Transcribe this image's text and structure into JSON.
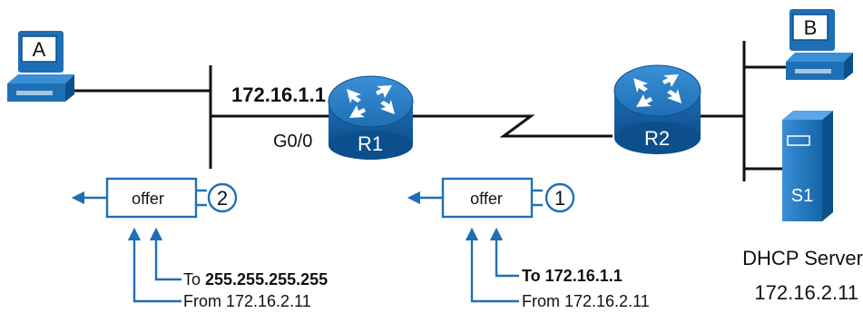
{
  "hosts": {
    "a_label": "A",
    "b_label": "B",
    "server_label": "S1",
    "server_caption_line1": "DHCP Server",
    "server_caption_line2": "172.16.2.11"
  },
  "routers": {
    "r1_label": "R1",
    "r2_label": "R2",
    "r1_ip": "172.16.1.1",
    "r1_interface": "G0/0"
  },
  "messages": [
    {
      "step": "1",
      "label": "offer",
      "to_prefix": "To ",
      "to_value": "172.16.1.1",
      "from_prefix": "From ",
      "from_value": "172.16.2.11"
    },
    {
      "step": "2",
      "label": "offer",
      "to_prefix": "To ",
      "to_value": "255.255.255.255",
      "from_prefix": "From ",
      "from_value": "172.16.2.11"
    }
  ],
  "colors": {
    "device_blue": "#1f6fb5",
    "device_dark": "#0d4f8c",
    "line": "#111111",
    "arrow_blue": "#1f6fb5"
  }
}
